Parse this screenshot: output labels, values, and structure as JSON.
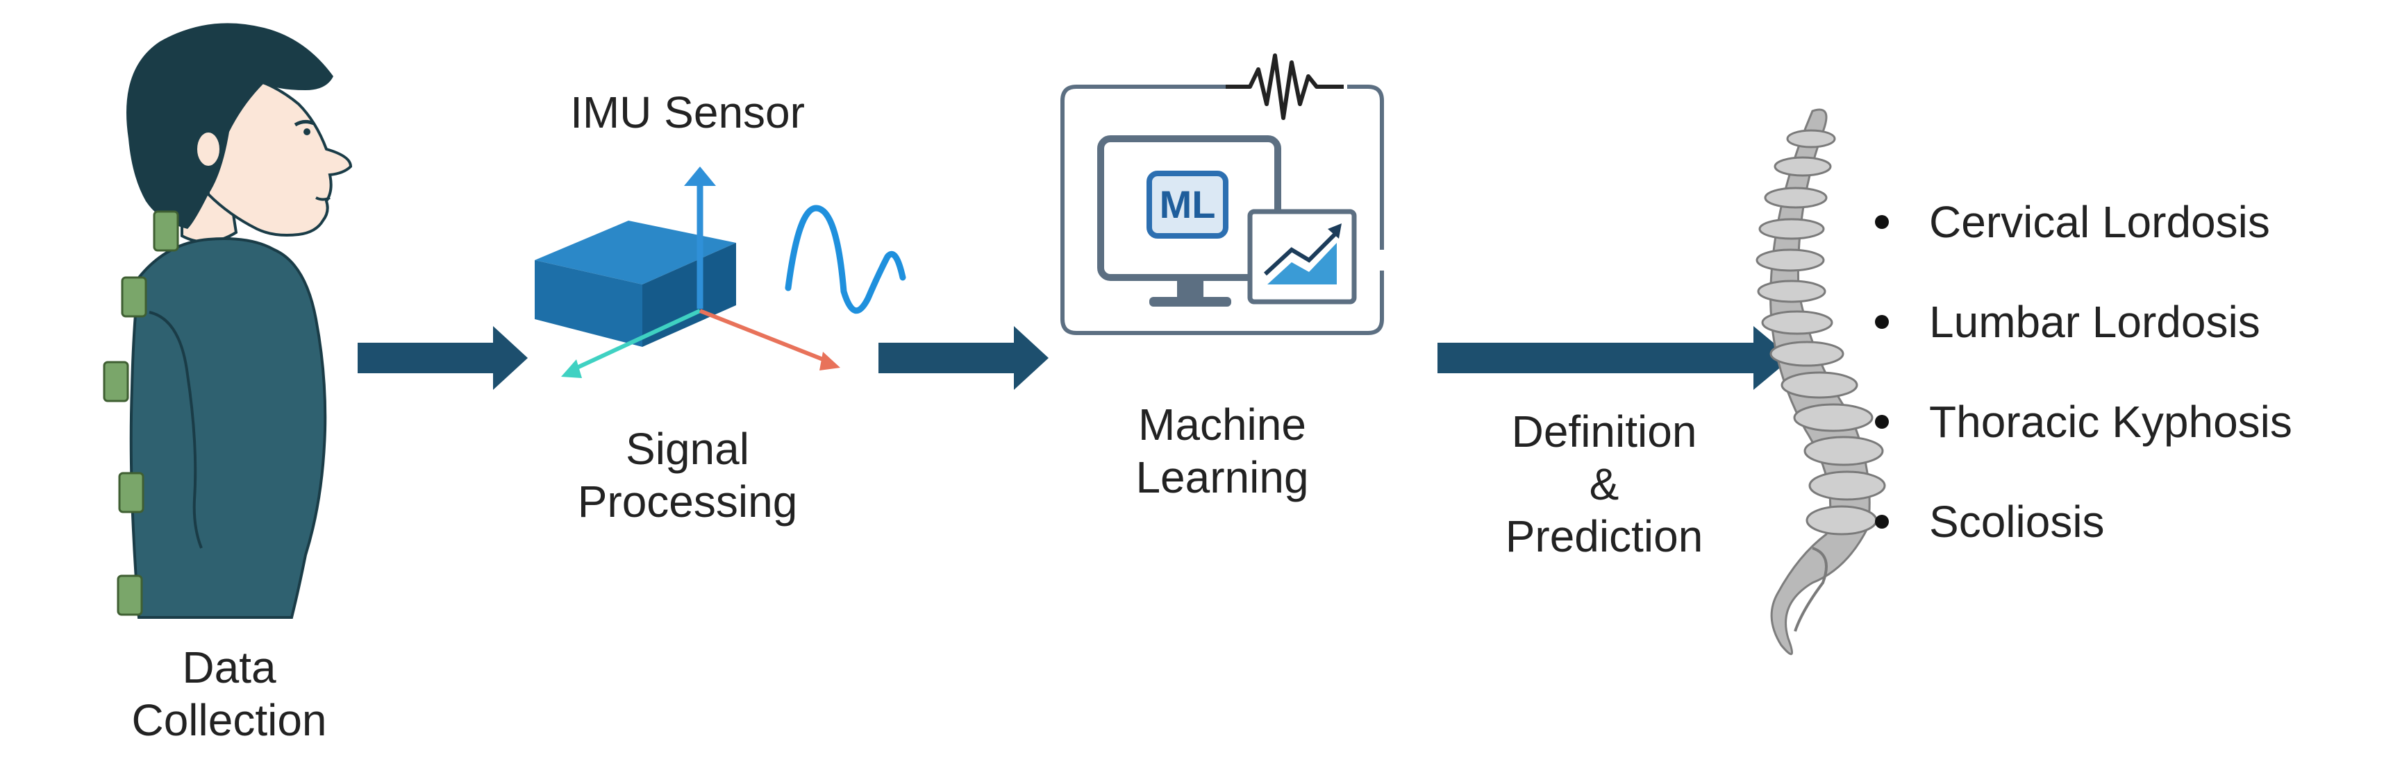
{
  "steps": {
    "data_collection": [
      "Data",
      "Collection"
    ],
    "imu_sensor": "IMU Sensor",
    "signal_processing": [
      "Signal",
      "Processing"
    ],
    "machine_learning": [
      "Machine",
      "Learning"
    ],
    "ml_badge": "ML",
    "definition_prediction": [
      "Definition",
      "&",
      "Prediction"
    ]
  },
  "conditions": [
    "Cervical Lordosis",
    "Lumbar Lordosis",
    "Thoracic Kyphosis",
    "Scoliosis"
  ],
  "colors": {
    "arrow": "#1d4f6e",
    "person_hair": "#1a3c47",
    "person_shirt": "#2f6170",
    "skin": "#fbe6d8",
    "sensor_patch": "#7aa66a",
    "imu_block": "#1f78b4",
    "axis_up": "#2f90d8",
    "axis_left": "#3fd1c2",
    "axis_right": "#e8725a",
    "wave": "#1f90dd",
    "monitor_frame": "#5c6f82",
    "screen_fill": "#dbe8f4",
    "chart_green": "#3a9bd6",
    "spine": "#9a9a9a"
  },
  "icons": [
    "person-icon",
    "imu-sensor-icon",
    "computer-ml-icon",
    "spine-icon"
  ]
}
